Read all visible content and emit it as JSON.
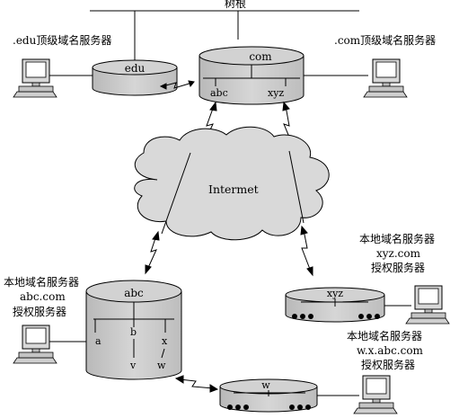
{
  "root_label": "树根",
  "edu_server": {
    "caption": ".edu顶级域名服务器",
    "disk": "edu"
  },
  "com_server": {
    "caption": ".com顶级域名服务器",
    "disk": "com",
    "branch_left": "abc",
    "branch_right": "xyz"
  },
  "internet": {
    "label": "Intermet"
  },
  "abc_server": {
    "caption_lines": [
      "本地域名服务器",
      "abc.com",
      "授权服务器"
    ],
    "disk": "abc",
    "branches": [
      "a",
      "b",
      "x"
    ],
    "leaves": [
      "v",
      "w"
    ]
  },
  "xyz_server": {
    "caption_lines": [
      "本地域名服务器",
      "xyz.com",
      "授权服务器"
    ],
    "disk": "xyz"
  },
  "w_server": {
    "caption_lines": [
      "本地域名服务器",
      "w.x.abc.com",
      "授权服务器"
    ],
    "disk": "w"
  }
}
